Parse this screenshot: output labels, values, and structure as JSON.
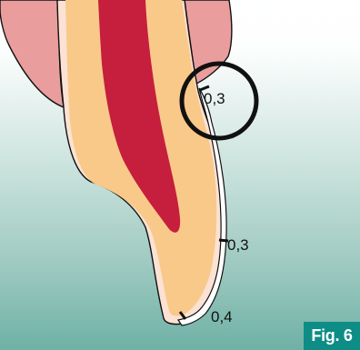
{
  "figure": {
    "label": "Fig. 6",
    "measurements": [
      "0,3",
      "0,3",
      "0,4"
    ]
  },
  "colors": {
    "background_top": "#ffffff",
    "background_bottom": "#6fb1a6",
    "gum": "#e99d9d",
    "dentin": "#f9c98a",
    "enamel": "#fbe2d4",
    "pulp": "#c51f3d",
    "veneer": "#ffffff",
    "circle": "#111111",
    "badge": "#0d8d86"
  }
}
